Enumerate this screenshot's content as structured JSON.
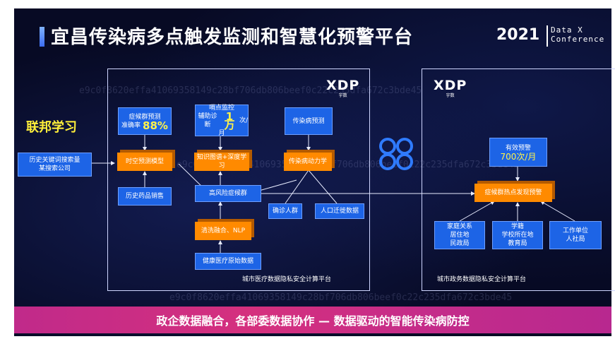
{
  "title": "宜昌传染病多点触发监测和智慧化预警平台",
  "year": "2021",
  "conference": [
    "Data X",
    "Conference"
  ],
  "federated_label": "联邦学习",
  "watermark": "e9c0f8620effa41069358149c28bf706db806beef0c22c235dfa672c3bde45",
  "left_panel": {
    "logo": "XDP",
    "logo_sub": "宇数",
    "caption": "城市医疗数据隐私安全计算平台",
    "box_symptom": {
      "line1": "症候群预测",
      "line2_prefix": "准确率",
      "value": "88%"
    },
    "box_aux": {
      "line1": "哨点监控",
      "line2_prefix": "辅助诊断",
      "value": "1万",
      "unit": "次/",
      "line3": "月"
    },
    "box_infect": "传染病预测",
    "box_spatiotemporal": "时空预测模型",
    "box_knowledge": "知识图谱+深度学习",
    "box_dynamics": "传染病动力学",
    "box_drug": "历史药品销售",
    "box_highrisk": "高风险症候群",
    "box_confirmed": "确诊人群",
    "box_migration": "人口迁徙数据",
    "box_nlp": "清洗融合、NLP",
    "box_health": "健康医疗原始数据"
  },
  "external_box": {
    "line1": "历史关键词搜索量",
    "line2": "某搜索公司"
  },
  "right_panel": {
    "logo": "XDP",
    "logo_sub": "宇数",
    "caption": "城市政务数据隐私安全计算平台",
    "box_warning": {
      "line1": "有效预警",
      "value": "700次/月"
    },
    "box_hotspot": "症候群热点发现预警",
    "box_family": {
      "line1": "家庭关系",
      "line2": "居住地",
      "line3": "民政局"
    },
    "box_school": {
      "line1": "学籍",
      "line2": "学校所在地",
      "line3": "教育局"
    },
    "box_work": {
      "line1": "工作单位",
      "line2": "人社局"
    }
  },
  "bottom_banner": "政企数据融合，各部委数据协作 — 数据驱动的智能传染病防控",
  "colors": {
    "background": "#070a24",
    "blue_box": "#1d64e6",
    "orange_box": "#ff8a00",
    "highlight": "#fff34a",
    "banner": "#d5307e"
  }
}
